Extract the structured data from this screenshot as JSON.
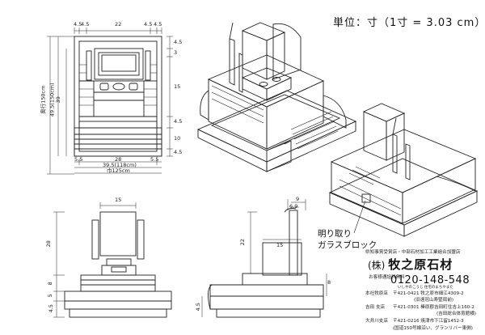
{
  "unit_note": "単位：寸（1寸 = 3.03 cm）",
  "callout": {
    "line1": "明り取り",
    "line2": "ガラスブロック"
  },
  "front_view": {
    "top_dims": [
      "4.5",
      "4.5",
      "22",
      "4.5",
      "4.5"
    ],
    "right_dims": [
      "4.5",
      "3",
      "15",
      "4.5",
      "10",
      "4.5"
    ],
    "left_vertical": "奥行150cm",
    "left_vertical2": "49.5(150cm)",
    "left_vertical3": "39",
    "bottom_dims": [
      "5.5",
      "28",
      "5.5"
    ],
    "bottom_total1": "39.5(118cm)",
    "bottom_total2": "巾125cm"
  },
  "side_view_front": {
    "top": "15",
    "left_dims": [
      "28",
      "8",
      "5",
      "4.5"
    ]
  },
  "side_view_right": {
    "dims": [
      "9",
      "6.9",
      "22",
      "15",
      "8",
      "4.5"
    ]
  },
  "company": {
    "intro": "県知事賞受賞店・中部石材加工工業組合加盟店",
    "name_prefix": "(株)",
    "name": "牧之原石材",
    "free_label": "お客様通話料無料",
    "phone": "0120-148-548",
    "phone_sub": "いしやのこうじ 住宅のまちやまた",
    "branches": [
      {
        "name": "本社牧原店",
        "addr": "〒421-0421 牧之原市細江4309-2",
        "sub": "(旧遠冠山寿堅局前)"
      },
      {
        "name": "吉田 支店",
        "addr": "〒421-0301 榛原郡吉田町住吉上160-2",
        "sub": "(吉田総合体育館横)"
      },
      {
        "name": "大井川支店",
        "addr": "〒421-0216 焼津市下江留1452-3",
        "sub": "(国道150号線沿い、グランリバー東側)"
      }
    ]
  }
}
